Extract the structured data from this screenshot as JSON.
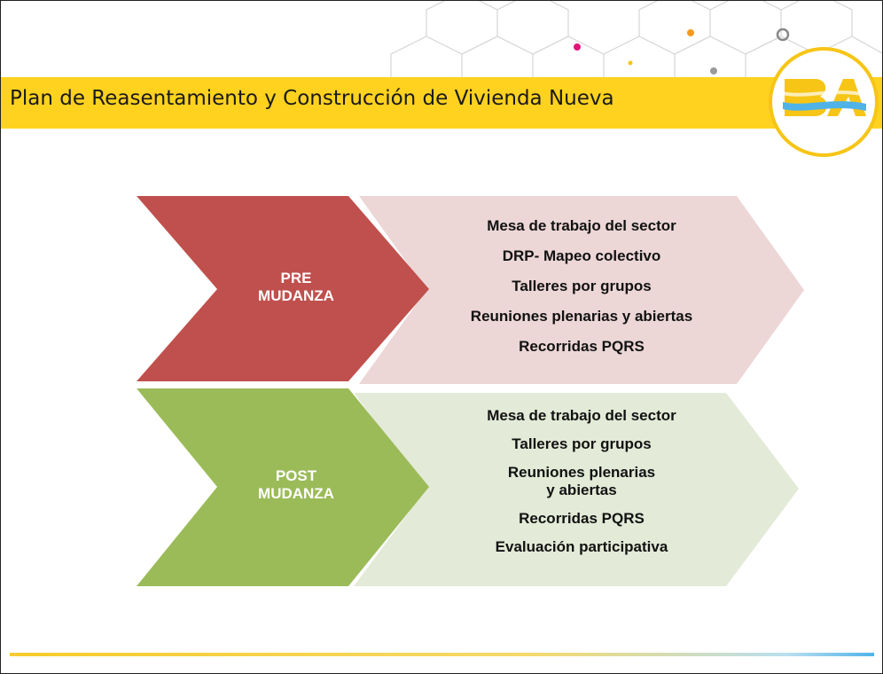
{
  "header": {
    "title": "Plan de Reasentamiento y Construcción de Vivienda Nueva"
  },
  "logo": {
    "icon": "ba-logo-icon"
  },
  "colors": {
    "header_yellow": "#ffd21f",
    "pre_dark": "#c0504d",
    "pre_light": "#ecd6d6",
    "post_dark": "#9bbb59",
    "post_light": "#e3ead7"
  },
  "stages": [
    {
      "label_line1": "PRE",
      "label_line2": "MUDANZA",
      "items": [
        "Mesa de trabajo del sector",
        "DRP- Mapeo colectivo",
        "Talleres por grupos",
        "Reuniones plenarias y abiertas",
        "Recorridas PQRS"
      ]
    },
    {
      "label_line1": "POST",
      "label_line2": "MUDANZA",
      "items": [
        "Mesa de trabajo del sector",
        "Talleres por grupos",
        "Reuniones plenarias y abiertas",
        "Recorridas PQRS",
        "Evaluación participativa"
      ]
    }
  ]
}
